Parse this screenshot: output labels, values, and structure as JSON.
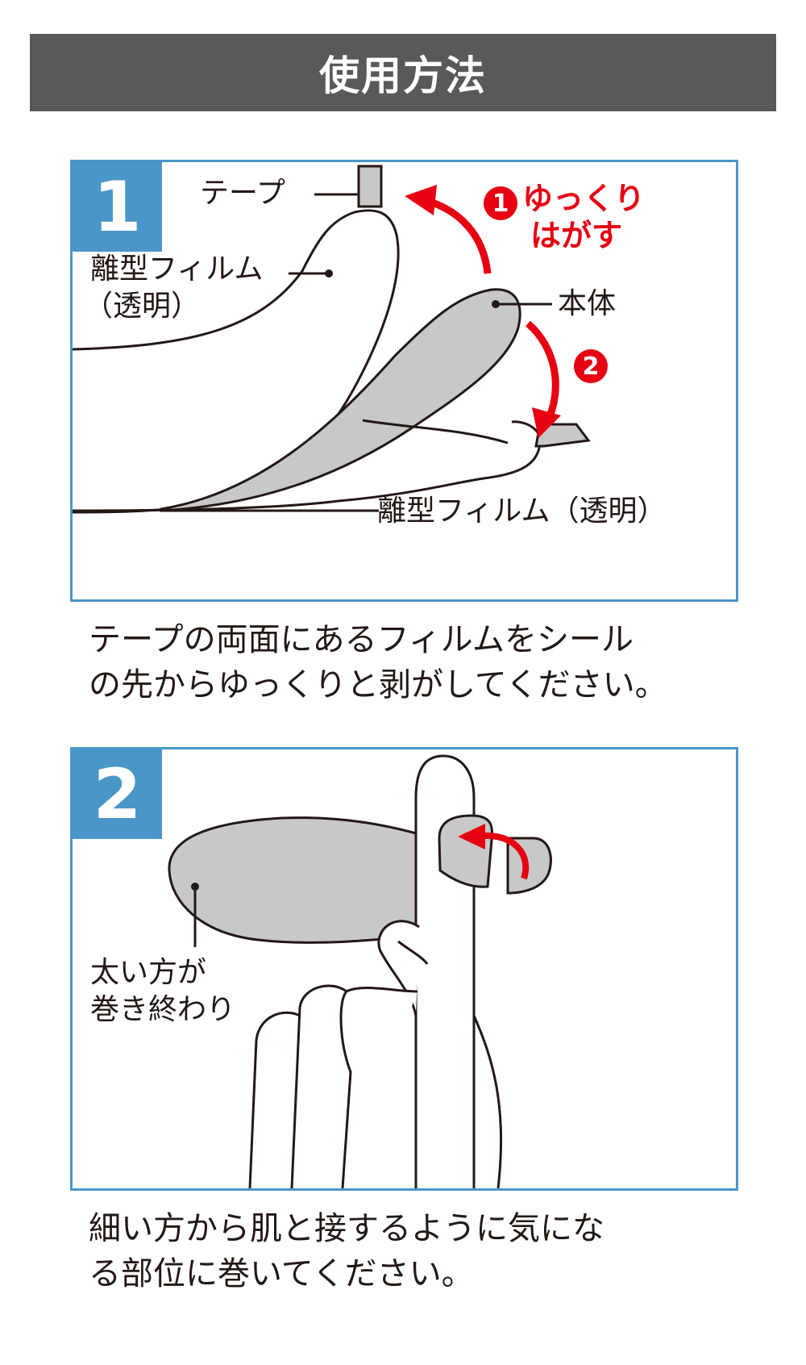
{
  "header": {
    "title": "使用方法"
  },
  "step1": {
    "number": "1",
    "labels": {
      "tape": "テープ",
      "film_top_line1": "離型フィルム",
      "film_top_line2": "（透明）",
      "body": "本体",
      "film_bottom": "離型フィルム（透明）",
      "action_line1": "ゆっくり",
      "action_line2": "はがす"
    },
    "markers": {
      "first": "1",
      "second": "2"
    },
    "caption_line1": "テープの両面にあるフィルムをシール",
    "caption_line2": "の先からゆっくりと剥がしてください。"
  },
  "step2": {
    "number": "2",
    "labels": {
      "thick_end_line1": "太い方が",
      "thick_end_line2": "巻き終わり"
    },
    "caption_line1": "細い方から肌と接するように気にな",
    "caption_line2": "る部位に巻いてください。"
  },
  "colors": {
    "header_bg": "#595959",
    "panel_border": "#4b96c8",
    "accent_red": "#e60012",
    "body_gray": "#c8c8c8",
    "line": "#231815"
  }
}
